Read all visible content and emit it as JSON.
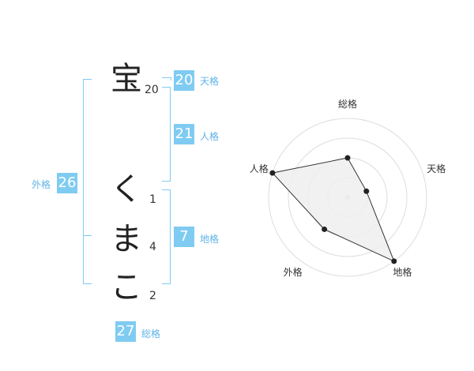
{
  "name": {
    "chars": [
      {
        "char": "宝",
        "strokes": "20"
      },
      {
        "char": "く",
        "strokes": "1"
      },
      {
        "char": "ま",
        "strokes": "4"
      },
      {
        "char": "こ",
        "strokes": "2"
      }
    ]
  },
  "fortune": {
    "tenkaku": {
      "value": "20",
      "label": "天格"
    },
    "jinkaku": {
      "value": "21",
      "label": "人格"
    },
    "chikaku": {
      "value": "7",
      "label": "地格"
    },
    "gaikaku": {
      "value": "26",
      "label": "外格"
    },
    "soukaku": {
      "value": "27",
      "label": "総格"
    }
  },
  "colors": {
    "accent": "#7fcbf2",
    "accent_text": "#5fb3e8",
    "radar_fill": "#efefef",
    "radar_line": "#333333",
    "ring": "#dddddd"
  },
  "chart_data": {
    "type": "radar",
    "axes": [
      "総格",
      "天格",
      "地格",
      "外格",
      "人格"
    ],
    "values": [
      2,
      1,
      4,
      2,
      4
    ],
    "ring_count": 4,
    "range": [
      0,
      4
    ]
  }
}
